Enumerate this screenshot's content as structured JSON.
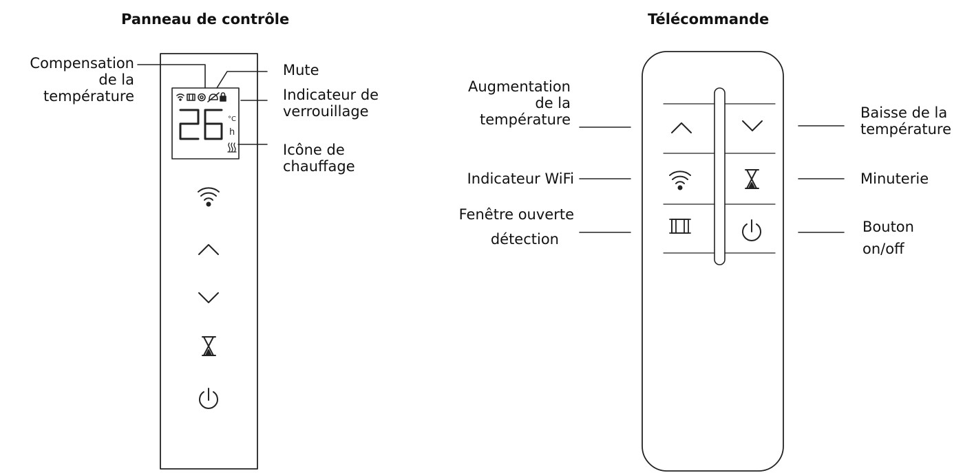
{
  "panel": {
    "title": "Panneau de contrôle",
    "display_digits": "26",
    "unit_celsius": "°C",
    "unit_hours": "h",
    "labels": {
      "temp_compensation_1": "Compensation",
      "temp_compensation_2": "de la",
      "temp_compensation_3": "température",
      "mute": "Mute",
      "lock_1": "Indicateur de",
      "lock_2": "verrouillage",
      "heating_1": "Icône de",
      "heating_2": "chauffage"
    },
    "icons": [
      "wifi-icon",
      "window-icon",
      "gear-icon",
      "bell-off-icon",
      "lock-icon",
      "heating-icon",
      "wifi-button-icon",
      "up-chevron-icon",
      "down-chevron-icon",
      "hourglass-icon",
      "power-icon"
    ]
  },
  "remote": {
    "title": "Télécommande",
    "labels": {
      "temp_up_1": "Augmentation",
      "temp_up_2": "de la",
      "temp_up_3": "température",
      "temp_down_1": "Baisse de la",
      "temp_down_2": "température",
      "wifi": "Indicateur WiFi",
      "timer": "Minuterie",
      "window_1": "Fenêtre ouverte",
      "window_2": "détection",
      "power_1": "Bouton",
      "power_2": "on/off"
    }
  }
}
